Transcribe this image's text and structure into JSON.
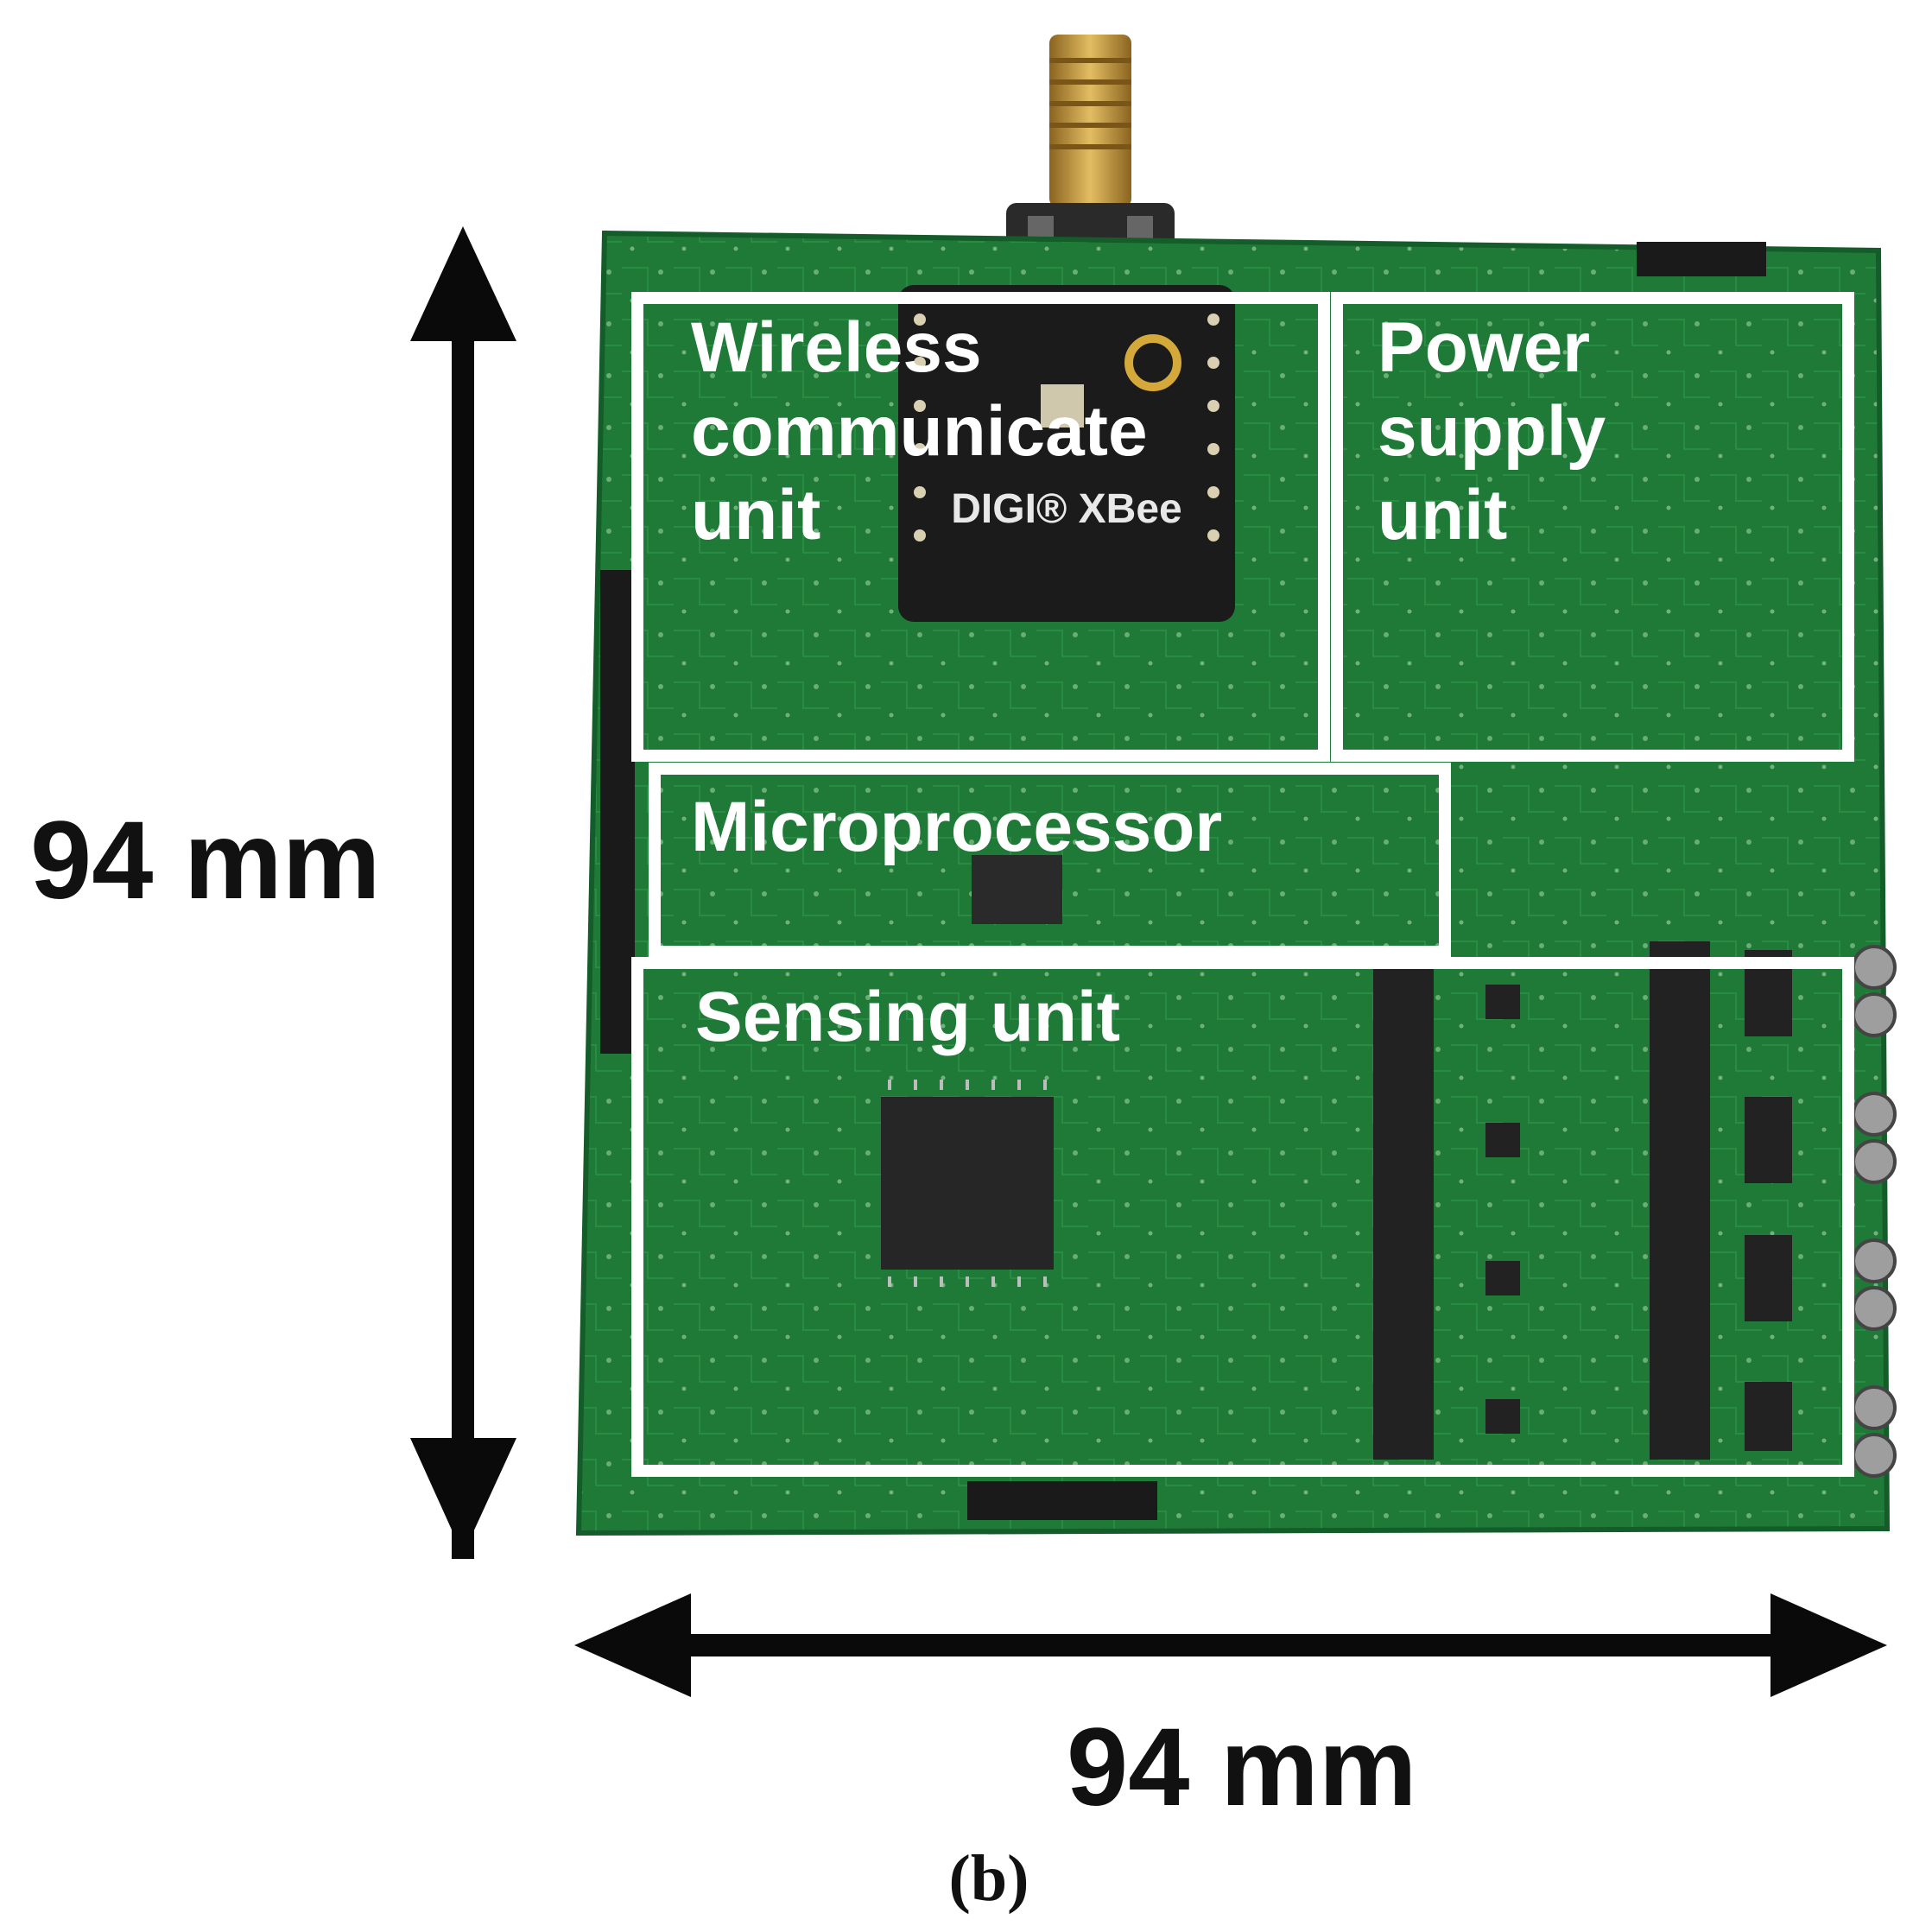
{
  "figure": {
    "caption": "(b)",
    "height_dimension": "94 mm",
    "width_dimension": "94 mm"
  },
  "board": {
    "chip_marking": "DIGI® XBee",
    "regions": [
      {
        "id": "wireless",
        "lines": [
          "Wireless",
          "communicate",
          "unit"
        ]
      },
      {
        "id": "power",
        "lines": [
          "Power",
          "supply",
          "unit"
        ]
      },
      {
        "id": "microprocessor",
        "lines": [
          "Microprocessor"
        ]
      },
      {
        "id": "sensing",
        "lines": [
          "Sensing unit"
        ]
      }
    ]
  },
  "colors": {
    "pcb_green": "#1f7a37",
    "pcb_dark_green": "#0f5a25",
    "label_white": "#ffffff",
    "arrow_black": "#0a0a0a",
    "antenna_gold": "#c89a3a"
  }
}
